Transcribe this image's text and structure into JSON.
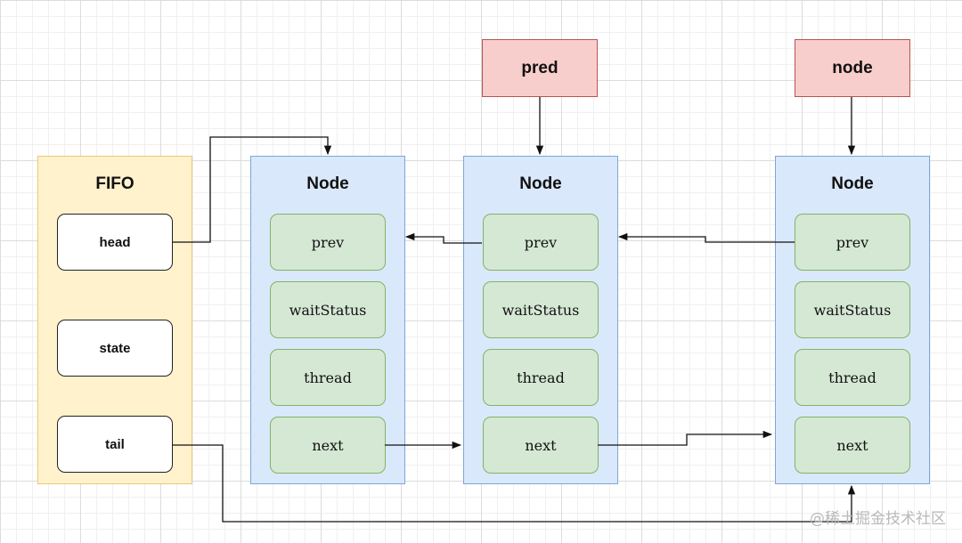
{
  "fifo": {
    "title": "FIFO",
    "fields": [
      "head",
      "state",
      "tail"
    ]
  },
  "nodes": [
    {
      "title": "Node",
      "fields": [
        "prev",
        "waitStatus",
        "thread",
        "next"
      ]
    },
    {
      "title": "Node",
      "fields": [
        "prev",
        "waitStatus",
        "thread",
        "next"
      ]
    },
    {
      "title": "Node",
      "fields": [
        "prev",
        "waitStatus",
        "thread",
        "next"
      ]
    }
  ],
  "pointers": {
    "pred": "pred",
    "node": "node"
  },
  "watermark": "@稀土掘金技术社区",
  "colors": {
    "fifo_fill": "#fff2cc",
    "node_fill": "#dae8fc",
    "field_fill": "#d5e8d4",
    "pointer_fill": "#f8cecc"
  }
}
